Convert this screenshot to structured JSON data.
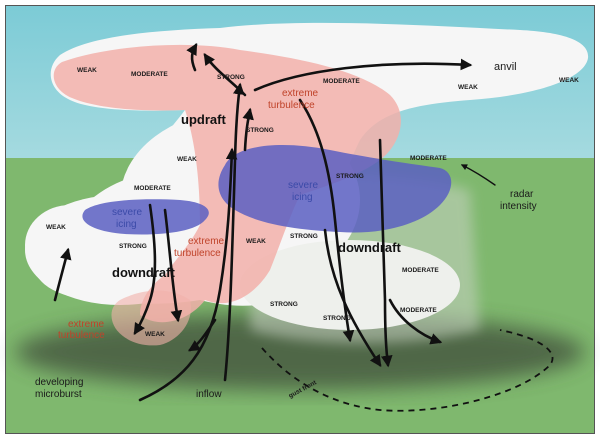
{
  "colors": {
    "sky": "#8fd0d8",
    "ground": "#7fb86e",
    "cloud": "#f5f5f5",
    "updraft_zone": "#f2b3ad",
    "radar": "#5a5fc2",
    "shadow": "#3e4a3a",
    "frame_border": "#555555"
  },
  "labels": {
    "anvil": "anvil",
    "updraft": "updraft",
    "downdraft_right": "downdraft",
    "downdraft_left": "downdraft",
    "extreme_turbulence_top_1": "extreme",
    "extreme_turbulence_top_2": "turbulence",
    "extreme_turbulence_mid_1": "extreme",
    "extreme_turbulence_mid_2": "turbulence",
    "extreme_turbulence_low_1": "extreme",
    "extreme_turbulence_low_2": "turbulence",
    "severe_icing_right_1": "severe",
    "severe_icing_right_2": "icing",
    "severe_icing_left_1": "severe",
    "severe_icing_left_2": "icing",
    "radar_intensity_1": "radar",
    "radar_intensity_2": "intensity",
    "developing_microburst_1": "developing",
    "developing_microburst_2": "microburst",
    "inflow": "inflow",
    "gust_front": "gust front"
  },
  "intensity": {
    "weak_top_left": "WEAK",
    "moderate_top": "MODERATE",
    "strong_top": "STRONG",
    "moderate_anvil": "MODERATE",
    "weak_anvil_1": "WEAK",
    "weak_anvil_2": "WEAK",
    "strong_updraft": "STRONG",
    "weak_mid": "WEAK",
    "moderate_radar": "MODERATE",
    "strong_core": "STRONG",
    "moderate_left": "MODERATE",
    "weak_far_left": "WEAK",
    "strong_left": "STRONG",
    "weak_center": "WEAK",
    "strong_center": "STRONG",
    "moderate_right_1": "MODERATE",
    "moderate_right_2": "MODERATE",
    "strong_lower": "STRONG",
    "strong_bottom": "STRONG",
    "weak_bottom_left": "WEAK"
  }
}
